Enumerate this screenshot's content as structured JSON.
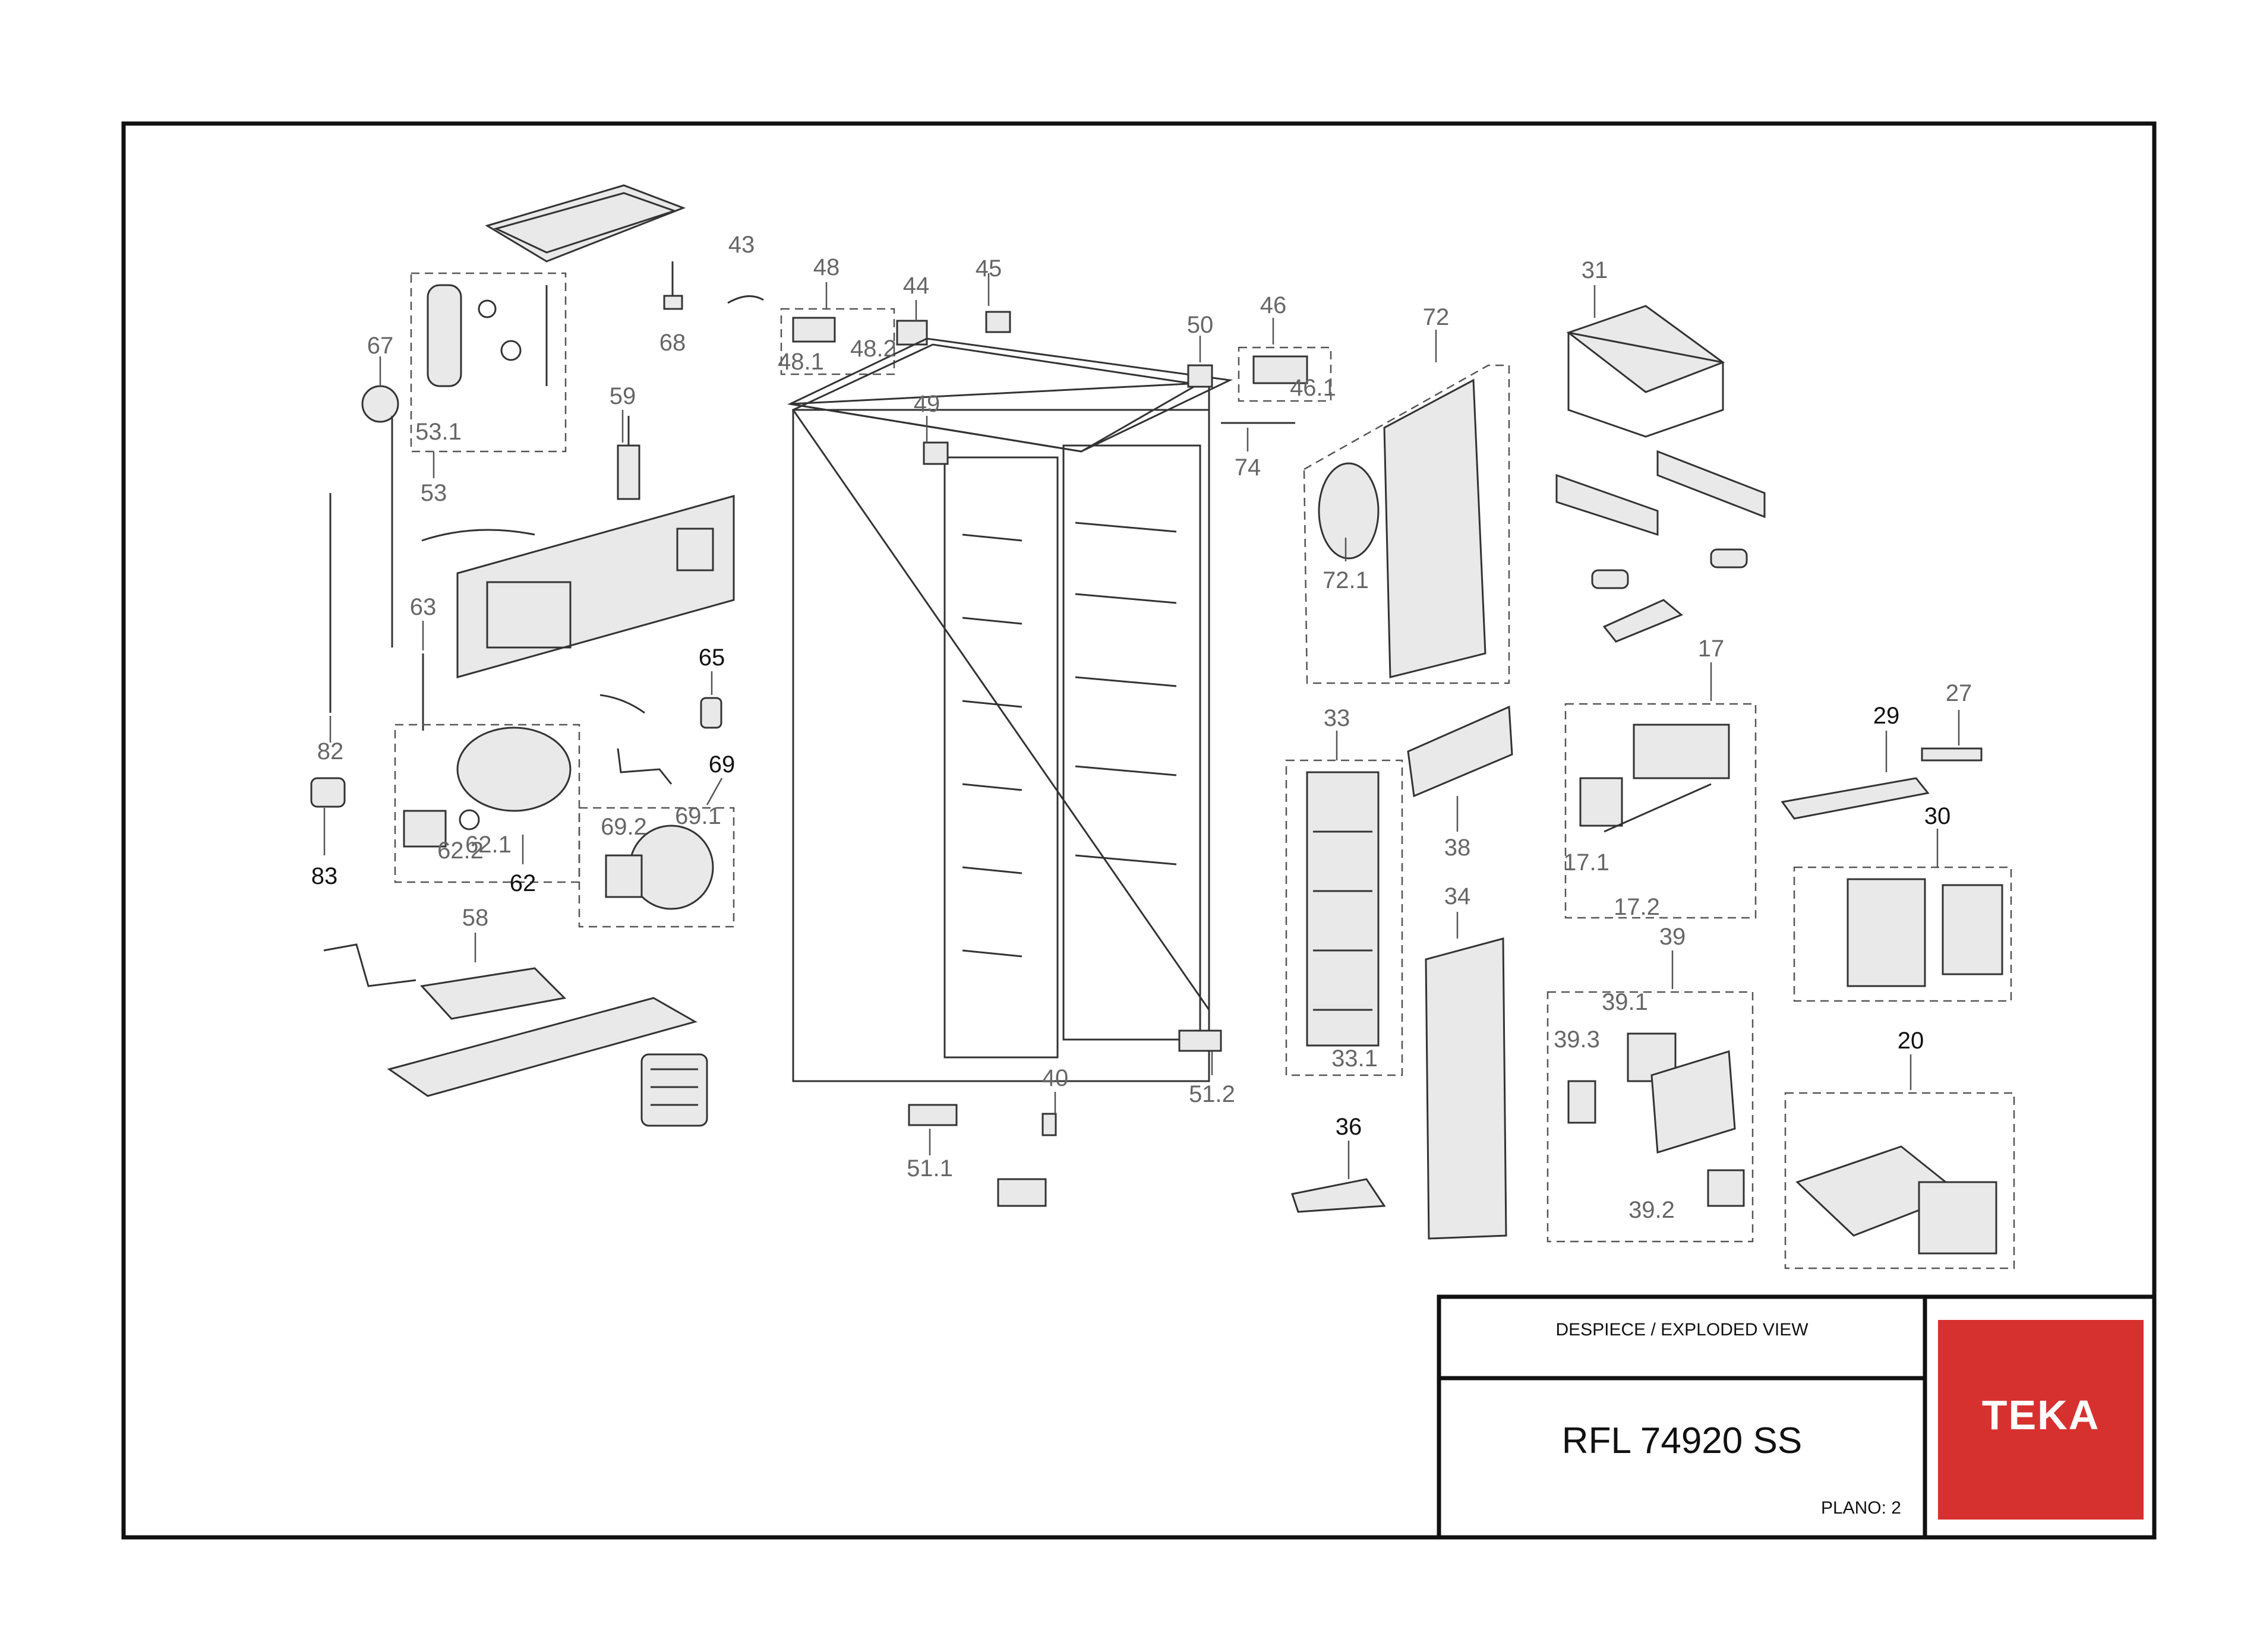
{
  "diagram": {
    "callouts": [
      {
        "id": "c43",
        "text": "43"
      },
      {
        "id": "c48",
        "text": "48"
      },
      {
        "id": "c44",
        "text": "44"
      },
      {
        "id": "c45",
        "text": "45"
      },
      {
        "id": "c31",
        "text": "31"
      },
      {
        "id": "c67",
        "text": "67"
      },
      {
        "id": "c68",
        "text": "68"
      },
      {
        "id": "c50",
        "text": "50"
      },
      {
        "id": "c46",
        "text": "46"
      },
      {
        "id": "c72",
        "text": "72"
      },
      {
        "id": "c48_1",
        "text": "48.1"
      },
      {
        "id": "c48_2",
        "text": "48.2"
      },
      {
        "id": "c46_1",
        "text": "46.1"
      },
      {
        "id": "c53_1",
        "text": "53.1"
      },
      {
        "id": "c53",
        "text": "53"
      },
      {
        "id": "c59",
        "text": "59"
      },
      {
        "id": "c49",
        "text": "49"
      },
      {
        "id": "c74",
        "text": "74"
      },
      {
        "id": "c72_1",
        "text": "72.1"
      },
      {
        "id": "c63",
        "text": "63"
      },
      {
        "id": "c65",
        "text": "65"
      },
      {
        "id": "c17",
        "text": "17"
      },
      {
        "id": "c27",
        "text": "27"
      },
      {
        "id": "c29",
        "text": "29"
      },
      {
        "id": "c33",
        "text": "33"
      },
      {
        "id": "c82",
        "text": "82"
      },
      {
        "id": "c69",
        "text": "69"
      },
      {
        "id": "c69_2",
        "text": "69.2"
      },
      {
        "id": "c69_1",
        "text": "69.1"
      },
      {
        "id": "c62_2",
        "text": "62.2"
      },
      {
        "id": "c62_1",
        "text": "62.1"
      },
      {
        "id": "c38",
        "text": "38"
      },
      {
        "id": "c30",
        "text": "30"
      },
      {
        "id": "c83",
        "text": "83"
      },
      {
        "id": "c62",
        "text": "62"
      },
      {
        "id": "c17_1",
        "text": "17.1"
      },
      {
        "id": "c17_2",
        "text": "17.2"
      },
      {
        "id": "c34",
        "text": "34"
      },
      {
        "id": "c58",
        "text": "58"
      },
      {
        "id": "c39",
        "text": "39"
      },
      {
        "id": "c39_1",
        "text": "39.1"
      },
      {
        "id": "c39_3",
        "text": "39.3"
      },
      {
        "id": "c20",
        "text": "20"
      },
      {
        "id": "c33_1",
        "text": "33.1"
      },
      {
        "id": "c40",
        "text": "40"
      },
      {
        "id": "c51_2",
        "text": "51.2"
      },
      {
        "id": "c36",
        "text": "36"
      },
      {
        "id": "c51_1",
        "text": "51.1"
      },
      {
        "id": "c39_2",
        "text": "39.2"
      }
    ]
  },
  "title_block": {
    "caption": "DESPIECE / EXPLODED VIEW",
    "model": "RFL 74920 SS",
    "plano": "PLANO: 2",
    "brand": "TEKA",
    "brand_color": "#d7312f"
  }
}
